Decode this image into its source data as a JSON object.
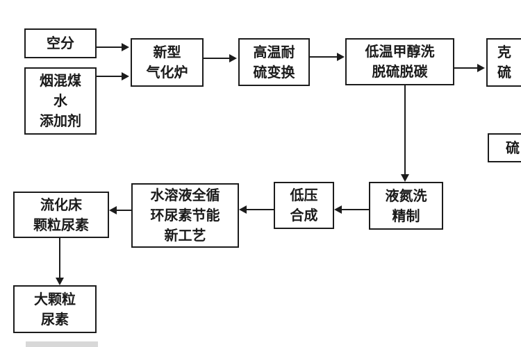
{
  "diagram": {
    "description": "Coal-to-urea chemical process flowchart",
    "colors": {
      "background": "#ffffff",
      "line": "#1c1c1c",
      "text": "#1a1a1a",
      "faint_partial_box": "#d8d8d8"
    },
    "nodes": {
      "air_separation": {
        "lines": [
          "空分"
        ]
      },
      "coal_water_additive": {
        "lines": [
          "烟混煤",
          "水",
          "添加剂"
        ]
      },
      "gasifier": {
        "lines": [
          "新型",
          "气化炉"
        ]
      },
      "ht_sulfur_shift": {
        "lines": [
          "高温耐",
          "硫变换"
        ]
      },
      "methanol_wash": {
        "lines": [
          "低温甲醇洗",
          "脱硫脱碳"
        ]
      },
      "claus_partial": {
        "lines": [
          "克",
          "硫"
        ]
      },
      "sulfur_partial": {
        "lines": [
          "硫"
        ]
      },
      "ln_wash": {
        "lines": [
          "液氮洗",
          "精制"
        ]
      },
      "lp_synthesis": {
        "lines": [
          "低压",
          "合成"
        ]
      },
      "urea_process": {
        "lines": [
          "水溶液全循",
          "环尿素节能",
          "新工艺"
        ]
      },
      "fluidized_bed_urea": {
        "lines": [
          "流化床",
          "颗粒尿素"
        ]
      },
      "large_granule_urea": {
        "lines": [
          "大颗粒",
          "尿素"
        ]
      }
    },
    "edges": [
      "air_separation -> gasifier",
      "coal_water_additive -> gasifier",
      "gasifier -> ht_sulfur_shift",
      "ht_sulfur_shift -> methanol_wash",
      "methanol_wash -> claus_partial",
      "methanol_wash -> ln_wash",
      "ln_wash -> lp_synthesis",
      "lp_synthesis -> urea_process",
      "urea_process -> fluidized_bed_urea",
      "fluidized_bed_urea -> large_granule_urea"
    ]
  }
}
